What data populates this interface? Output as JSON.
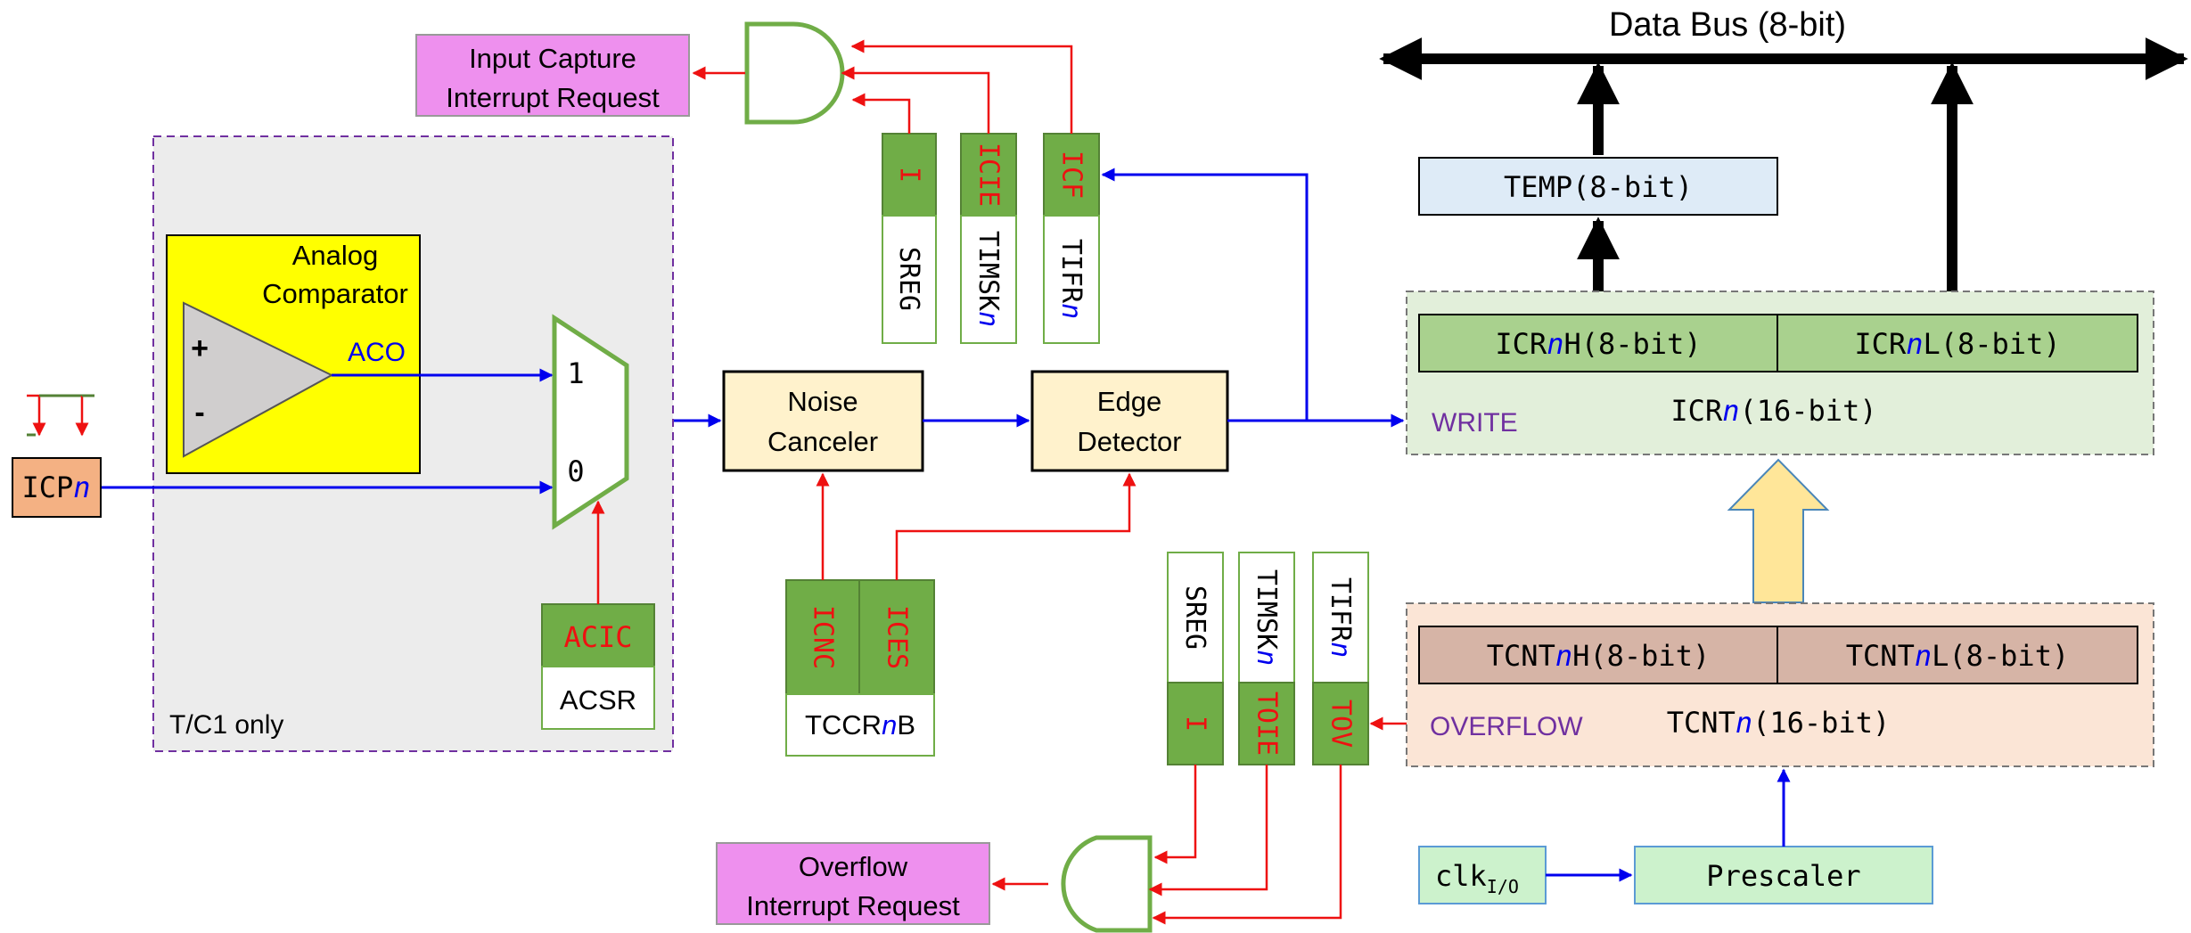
{
  "data_bus": {
    "label": "Data Bus (8-bit)"
  },
  "temp": {
    "label": "TEMP(8-bit)"
  },
  "icr": {
    "high": {
      "pre": "ICR",
      "n": "n",
      "post": "H(8-bit)"
    },
    "low": {
      "pre": "ICR",
      "n": "n",
      "post": "L(8-bit)"
    },
    "write_label": "WRITE",
    "reg": {
      "pre": "ICR",
      "n": "n",
      "post": "(16-bit)"
    }
  },
  "tcnt": {
    "high": {
      "pre": "TCNT",
      "n": "n",
      "post": "H(8-bit)"
    },
    "low": {
      "pre": "TCNT",
      "n": "n",
      "post": "L(8-bit)"
    },
    "overflow_label": "OVERFLOW",
    "reg": {
      "pre": "TCNT",
      "n": "n",
      "post": "(16-bit)"
    }
  },
  "prescaler": {
    "label": "Prescaler"
  },
  "clk": {
    "label": "clk",
    "sub": "I/O"
  },
  "input_capture_irq": {
    "line1": "Input Capture",
    "line2": "Interrupt Request"
  },
  "overflow_irq": {
    "line1": "Overflow",
    "line2": "Interrupt Request"
  },
  "capture_bits": [
    {
      "bit": "I",
      "reg": "SREG",
      "n": ""
    },
    {
      "bit": "ICIE",
      "reg": "TIMSK",
      "n": "n"
    },
    {
      "bit": "ICF",
      "reg": "TIFR",
      "n": "n"
    }
  ],
  "overflow_bits": [
    {
      "bit": "I",
      "reg": "SREG",
      "n": ""
    },
    {
      "bit": "TOIE",
      "reg": "TIMSK",
      "n": "n"
    },
    {
      "bit": "TOV",
      "reg": "TIFR",
      "n": "n"
    }
  ],
  "noise_canceler": {
    "line1": "Noise",
    "line2": "Canceler"
  },
  "edge_detector": {
    "line1": "Edge",
    "line2": "Detector"
  },
  "tccr": {
    "bit1": "ICNC",
    "bit2": "ICES",
    "reg": {
      "pre": "TCCR",
      "n": "n",
      "post": "B"
    }
  },
  "analog_comparator": {
    "line1": "Analog",
    "line2": "Comparator",
    "plus": "+",
    "minus": "-",
    "output": "ACO"
  },
  "mux": {
    "in1": "1",
    "in0": "0"
  },
  "acsr": {
    "bit": "ACIC",
    "reg": "ACSR"
  },
  "tc1_note": "T/C1 only",
  "icp": {
    "pre": "ICP",
    "n": "n"
  },
  "colors": {
    "signal_blue": "#0000ee",
    "control_red": "#ee1111",
    "bit_green": "#70ad47",
    "icr_green": "#a9d18e",
    "tcnt_brown": "#d6b4a6",
    "irq_pink": "#ee90ee",
    "block_cream": "#fff2cc",
    "comparator_yellow": "#ffff00",
    "temp_blue": "#deebf7",
    "prescaler_green": "#ccf2cc",
    "purple_label": "#7030a0"
  }
}
